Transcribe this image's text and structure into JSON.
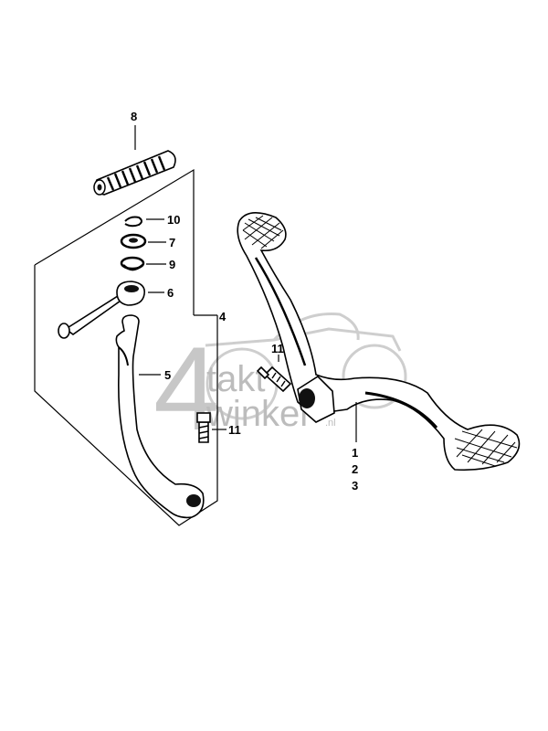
{
  "callouts": {
    "c1": "1",
    "c2": "2",
    "c3": "3",
    "c4": "4",
    "c5": "5",
    "c6": "6",
    "c7": "7",
    "c8": "8",
    "c9": "9",
    "c10": "10",
    "c11_left": "11",
    "c11_right": "11"
  },
  "watermark": {
    "digit": "4",
    "line1": "takt",
    "line2": "winkel",
    "suffix": ".nl"
  }
}
